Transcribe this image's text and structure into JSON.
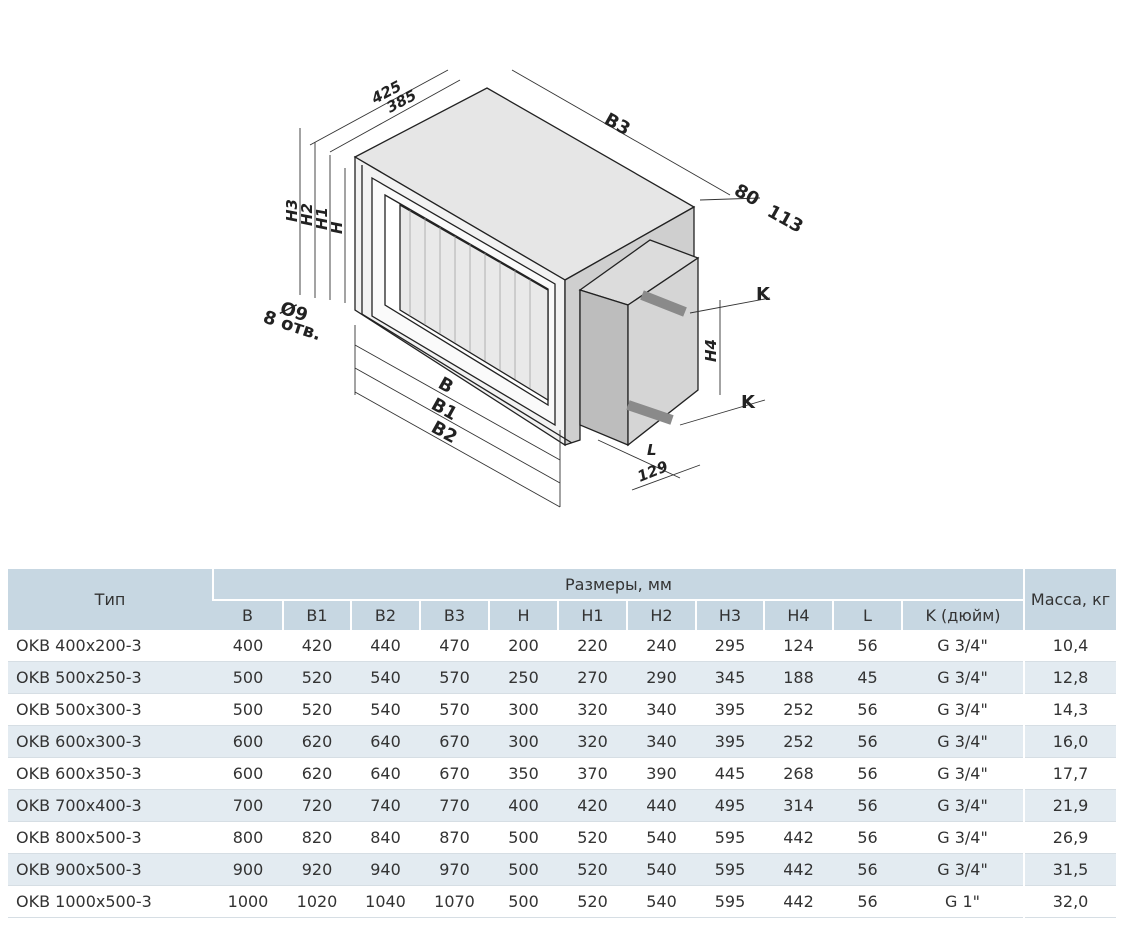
{
  "drawing": {
    "labels": {
      "d425": "425",
      "d385": "385",
      "B3": "B3",
      "d80": "80",
      "d113": "113",
      "H3": "H3",
      "H2": "H2",
      "H1": "H1",
      "H": "H",
      "phi9": "Ø9",
      "holes": "8 отв.",
      "B": "B",
      "B1": "B1",
      "B2": "B2",
      "K_top": "K",
      "K_bottom": "K",
      "H4": "H4",
      "L": "L",
      "d129": "129"
    }
  },
  "table": {
    "col_type": "Тип",
    "group_header": "Размеры, мм",
    "col_mass": "Масса, кг",
    "sub_headers": [
      "B",
      "B1",
      "B2",
      "B3",
      "H",
      "H1",
      "H2",
      "H3",
      "H4",
      "L",
      "K (дюйм)"
    ],
    "rows": [
      {
        "type": "OKB 400x200-3",
        "values": [
          "400",
          "420",
          "440",
          "470",
          "200",
          "220",
          "240",
          "295",
          "124",
          "56",
          "G 3/4\""
        ],
        "mass": "10,4"
      },
      {
        "type": "OKB 500x250-3",
        "values": [
          "500",
          "520",
          "540",
          "570",
          "250",
          "270",
          "290",
          "345",
          "188",
          "45",
          "G 3/4\""
        ],
        "mass": "12,8"
      },
      {
        "type": "OKB 500x300-3",
        "values": [
          "500",
          "520",
          "540",
          "570",
          "300",
          "320",
          "340",
          "395",
          "252",
          "56",
          "G 3/4\""
        ],
        "mass": "14,3"
      },
      {
        "type": "OKB 600x300-3",
        "values": [
          "600",
          "620",
          "640",
          "670",
          "300",
          "320",
          "340",
          "395",
          "252",
          "56",
          "G 3/4\""
        ],
        "mass": "16,0"
      },
      {
        "type": "OKB 600x350-3",
        "values": [
          "600",
          "620",
          "640",
          "670",
          "350",
          "370",
          "390",
          "445",
          "268",
          "56",
          "G 3/4\""
        ],
        "mass": "17,7"
      },
      {
        "type": "OKB 700x400-3",
        "values": [
          "700",
          "720",
          "740",
          "770",
          "400",
          "420",
          "440",
          "495",
          "314",
          "56",
          "G 3/4\""
        ],
        "mass": "21,9"
      },
      {
        "type": "OKB 800x500-3",
        "values": [
          "800",
          "820",
          "840",
          "870",
          "500",
          "520",
          "540",
          "595",
          "442",
          "56",
          "G 3/4\""
        ],
        "mass": "26,9"
      },
      {
        "type": "OKB 900x500-3",
        "values": [
          "900",
          "920",
          "940",
          "970",
          "500",
          "520",
          "540",
          "595",
          "442",
          "56",
          "G 3/4\""
        ],
        "mass": "31,5"
      },
      {
        "type": "OKB 1000x500-3",
        "values": [
          "1000",
          "1020",
          "1040",
          "1070",
          "500",
          "520",
          "540",
          "595",
          "442",
          "56",
          "G 1\""
        ],
        "mass": "32,0"
      }
    ]
  }
}
